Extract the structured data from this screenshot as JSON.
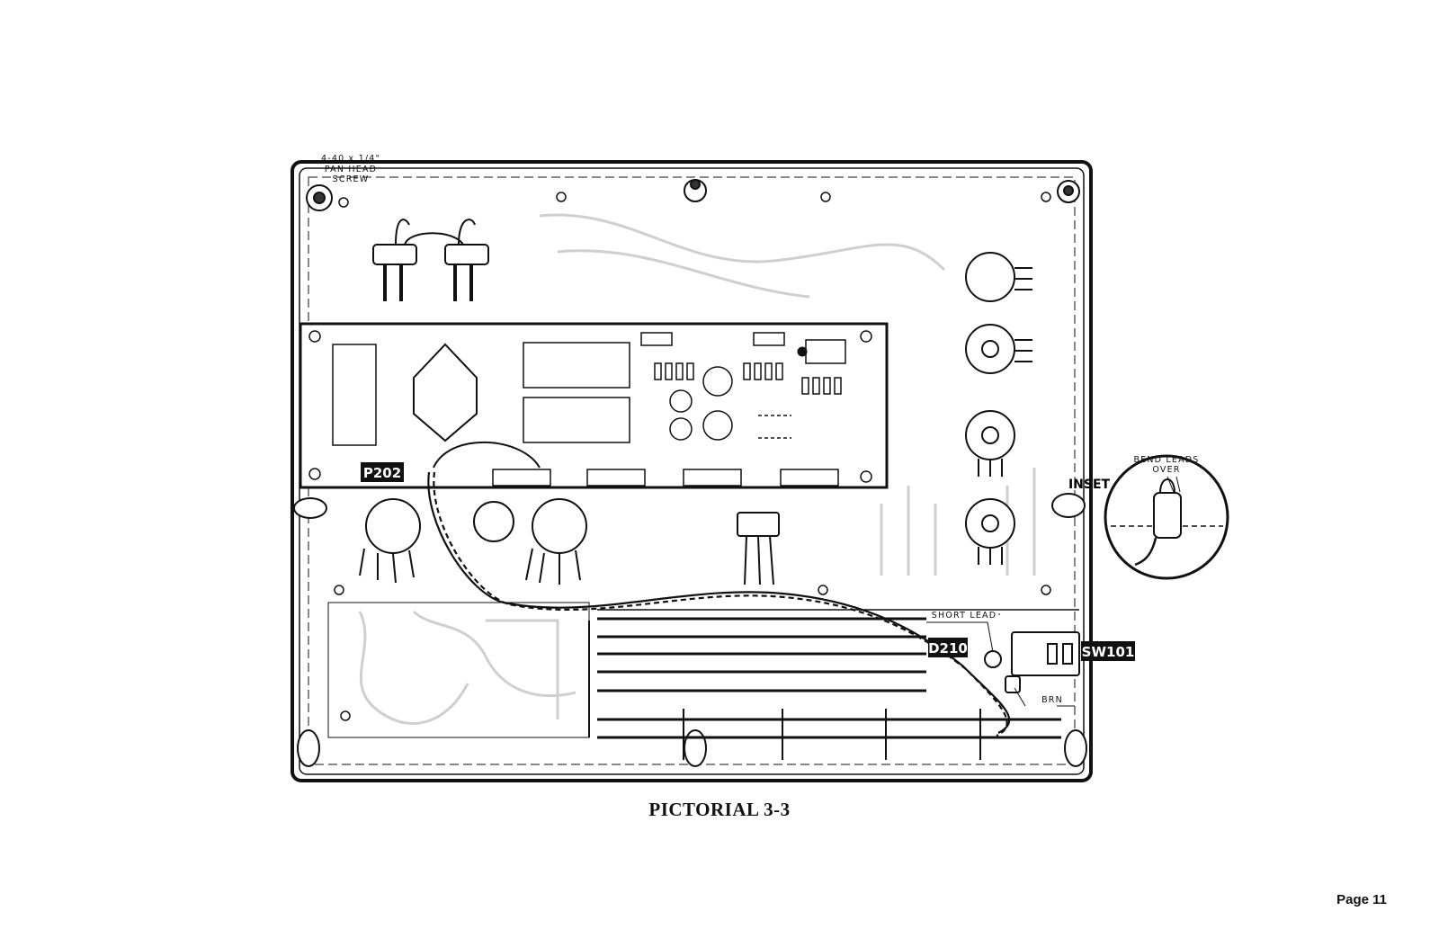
{
  "labels": {
    "screw_line1": "4-40 x 1/4\"",
    "screw_line2": "PAN HEAD",
    "screw_line3": "SCREW",
    "p202": "P202",
    "inset": "INSET",
    "bend_line1": "BEND LEADS",
    "bend_line2": "OVER",
    "short_lead": "SHORT LEAD",
    "d210": "D210",
    "sw101": "SW101",
    "brn": "BRN"
  },
  "caption": "PICTORIAL 3-3",
  "page_number": "Page 11"
}
